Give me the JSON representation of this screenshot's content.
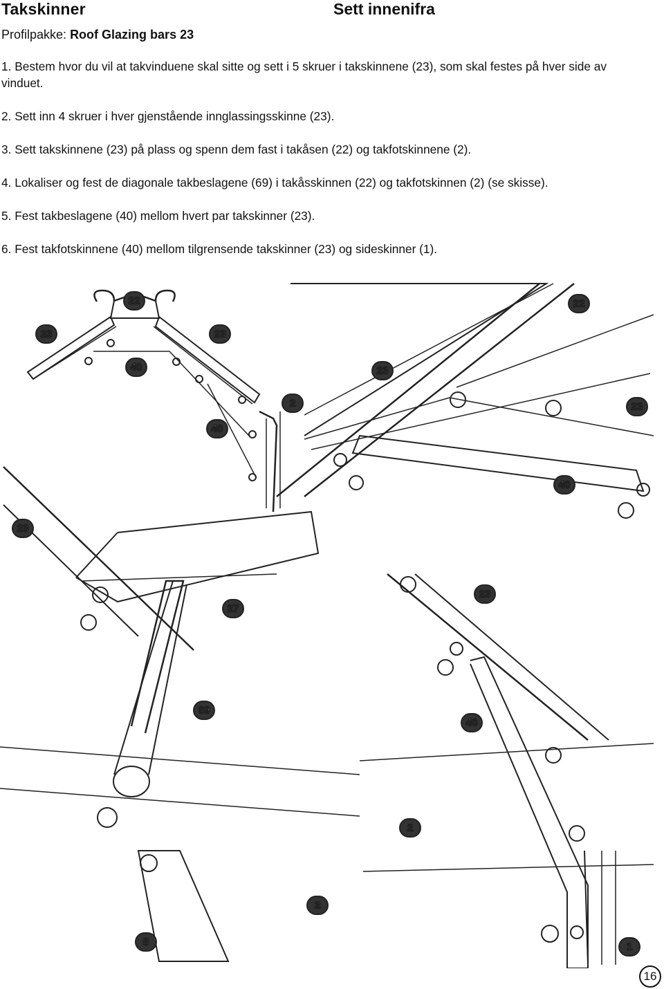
{
  "header": {
    "title": "Takskinner",
    "subtitle": "Sett innenifra",
    "profile_label": "Profilpakke:",
    "profile_value": "Roof Glazing bars 23"
  },
  "steps": [
    "1. Bestem hvor du vil at takvinduene skal sitte og sett i 5 skruer i takskinnene (23), som skal festes på hver side av vinduet.",
    "2. Sett inn 4 skruer i hver gjenstående innglassingsskinne (23).",
    "3. Sett takskinnene (23) på plass og spenn dem fast i takåsen (22) og takfotskinnene (2).",
    "4. Lokaliser og fest de diagonale takbeslagene (69) i takåsskinnen (22) og takfotskinnen (2) (se skisse).",
    "5. Fest takbeslagene (40) mellom hvert par takskinner (23).",
    "6. Fest takfotskinnene (40) mellom tilgrensende takskinner (23) og sideskinner (1)."
  ],
  "callouts": {
    "c1": "22",
    "c2": "23",
    "c3": "23",
    "c4": "40",
    "c5": "40",
    "c6": "22",
    "c7": "23",
    "c8": "2",
    "c9": "23",
    "c10": "40",
    "c11": "23",
    "c12": "27",
    "c13": "23",
    "c14": "40",
    "c15": "2",
    "c16": "1",
    "c17": "69",
    "c18": "2",
    "c19": "8"
  },
  "page_number": "16"
}
